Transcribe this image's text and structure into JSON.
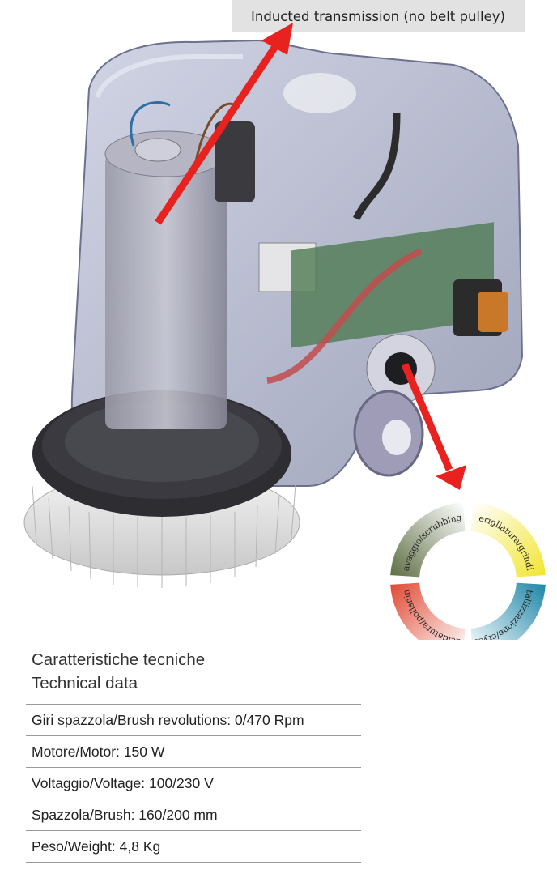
{
  "callout": {
    "text": "Inducted transmission (no belt pulley)"
  },
  "function_ring": {
    "segments": [
      {
        "label": "lavaggio/scrubbing",
        "color": "#5f7045"
      },
      {
        "label": "smerigliatura/grinding",
        "color": "#f2e531"
      },
      {
        "label": "cristallizzazione/crystall.",
        "color": "#1f87a8"
      },
      {
        "label": "lucidatura/polishing",
        "color": "#e04a35"
      }
    ]
  },
  "arrow_color": "#e8231f",
  "technical": {
    "title_it": "Caratteristiche tecniche",
    "title_en": "Technical data",
    "rows": [
      "Giri spazzola/Brush revolutions: 0/470 Rpm",
      "Motore/Motor: 150 W",
      "Voltaggio/Voltage: 100/230 V",
      "Spazzola/Brush: 160/200 mm",
      "Peso/Weight: 4,8 Kg"
    ]
  }
}
